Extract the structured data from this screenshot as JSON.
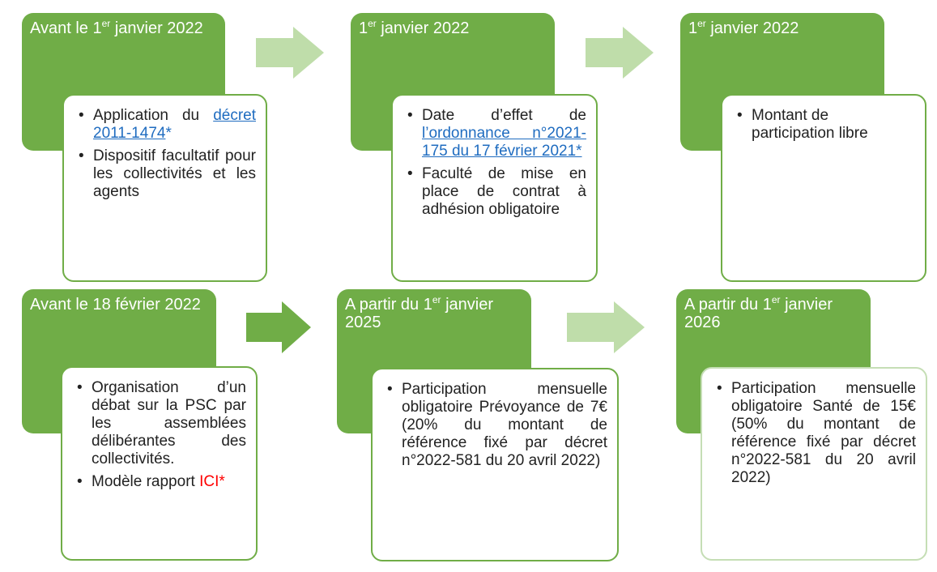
{
  "colors": {
    "header": "#70ad47",
    "arrow_pale": "#a9d18e",
    "arrow_dark": "#70ad47",
    "box_border": "#70ad47",
    "link": "#1f6cc0",
    "red": "#ff0000"
  },
  "steps": [
    {
      "header": {
        "pre": "Avant le 1",
        "sup": "er",
        "post": " janvier 2022"
      },
      "items": [
        {
          "pre": "Application du ",
          "link": "décret 2011-1474",
          "star": "*"
        },
        {
          "text": "Dispositif facultatif pour les collectivités et les agents"
        }
      ]
    },
    {
      "header": {
        "pre": "1",
        "sup": "er",
        "post": " janvier 2022"
      },
      "items": [
        {
          "pre": "Date d’effet de ",
          "link": "l’ordonnance n°2021-175 du 17 février 2021*"
        },
        {
          "text": "Faculté de mise en place de contrat à adhésion obligatoire"
        }
      ]
    },
    {
      "header": {
        "pre": "1",
        "sup": "er",
        "post": " janvier 2022"
      },
      "items": [
        {
          "text": "Montant de participation libre"
        }
      ]
    },
    {
      "header": {
        "text": "Avant le 18 février 2022"
      },
      "items": [
        {
          "text": "Organisation d’un débat sur la PSC par les assemblées délibérantes des collectivités."
        },
        {
          "pre": "Modèle rapport ",
          "red": "ICI*"
        }
      ]
    },
    {
      "header": {
        "pre": "A partir du 1",
        "sup": "er",
        "post": " janvier 2025"
      },
      "items": [
        {
          "text": "Participation mensuelle obligatoire Prévoyance de 7€ (20% du montant de référence fixé par décret n°2022-581 du 20 avril 2022)"
        }
      ]
    },
    {
      "header": {
        "pre": "A partir du 1",
        "sup": "er",
        "post": " janvier 2026"
      },
      "items": [
        {
          "text": "Participation mensuelle obligatoire Santé de 15€ (50% du montant de référence fixé par décret n°2022-581 du 20 avril 2022)"
        }
      ]
    }
  ]
}
